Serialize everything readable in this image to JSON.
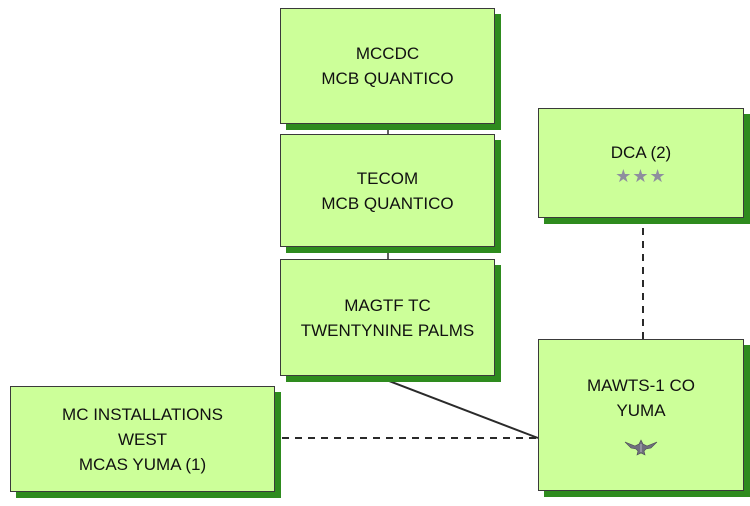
{
  "nodes": {
    "mccdc": {
      "lines": [
        "MCCDC",
        "MCB QUANTICO"
      ]
    },
    "tecom": {
      "lines": [
        "TECOM",
        "MCB QUANTICO"
      ]
    },
    "magtf": {
      "lines": [
        "MAGTF TC",
        "TWENTYNINE PALMS"
      ]
    },
    "dca": {
      "lines": [
        "DCA (2)"
      ],
      "rank_insignia": "★★★",
      "insignia_name": "three-star-rank-icon"
    },
    "mawts": {
      "lines": [
        "MAWTS-1 CO",
        "YUMA"
      ],
      "insignia_name": "eagle-rank-icon"
    },
    "mci_west": {
      "lines": [
        "MC INSTALLATIONS",
        "WEST",
        "MCAS YUMA (1)"
      ]
    }
  },
  "connections": [
    {
      "from": "mccdc",
      "to": "tecom",
      "style": "solid"
    },
    {
      "from": "tecom",
      "to": "magtf",
      "style": "solid"
    },
    {
      "from": "magtf",
      "to": "mawts",
      "style": "solid"
    },
    {
      "from": "dca",
      "to": "mawts",
      "style": "dashed"
    },
    {
      "from": "mci_west",
      "to": "mawts",
      "style": "dashed"
    }
  ],
  "colors": {
    "box_fill": "#ccff99",
    "box_border": "#3a3a3a",
    "box_shadow": "#2e8b1e",
    "line": "#2a2a2a",
    "rank_stars": "#8e8e9e"
  }
}
